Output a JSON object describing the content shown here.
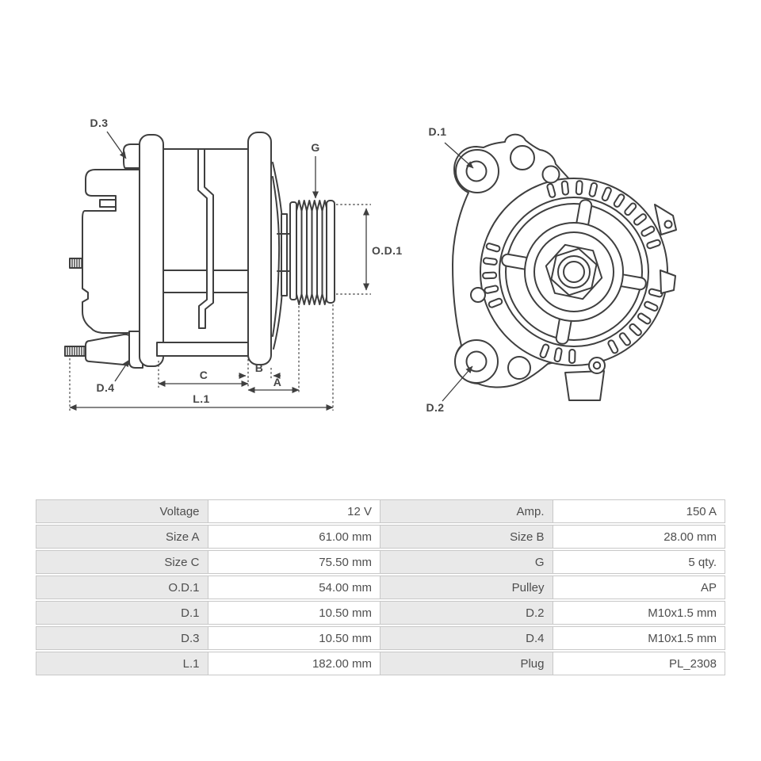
{
  "colors": {
    "line": "#3f3f3f",
    "diagram_label_text": "#474747",
    "table_border": "#c8c8c8",
    "table_label_bg": "#e9e9e9",
    "table_value_bg": "#ffffff",
    "table_text": "#4e4e4e",
    "background": "#ffffff"
  },
  "diagram": {
    "side_view": {
      "labels": {
        "d3": "D.3",
        "d4": "D.4",
        "g": "G",
        "od1": "O.D.1",
        "c": "C",
        "b": "B",
        "a": "A",
        "l1": "L.1"
      }
    },
    "front_view": {
      "labels": {
        "d1": "D.1",
        "d2": "D.2"
      }
    }
  },
  "table": {
    "rows": [
      {
        "c0": "Voltage",
        "c1": "12 V",
        "c2": "Amp.",
        "c3": "150 A"
      },
      {
        "c0": "Size A",
        "c1": "61.00 mm",
        "c2": "Size B",
        "c3": "28.00 mm"
      },
      {
        "c0": "Size C",
        "c1": "75.50 mm",
        "c2": "G",
        "c3": "5 qty."
      },
      {
        "c0": "O.D.1",
        "c1": "54.00 mm",
        "c2": "Pulley",
        "c3": "AP"
      },
      {
        "c0": "D.1",
        "c1": "10.50 mm",
        "c2": "D.2",
        "c3": "M10x1.5 mm"
      },
      {
        "c0": "D.3",
        "c1": "10.50 mm",
        "c2": "D.4",
        "c3": "M10x1.5 mm"
      },
      {
        "c0": "L.1",
        "c1": "182.00 mm",
        "c2": "Plug",
        "c3": "PL_2308"
      }
    ]
  }
}
